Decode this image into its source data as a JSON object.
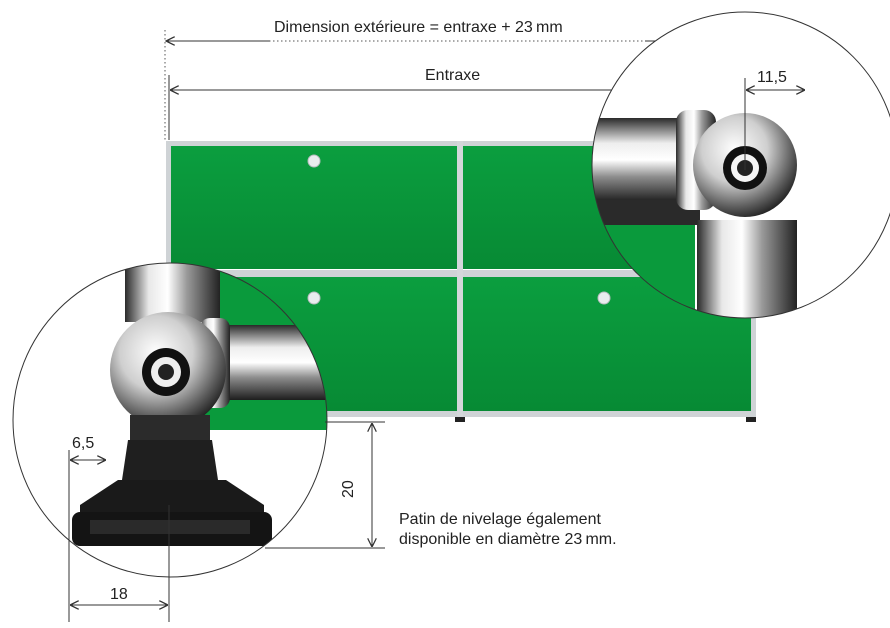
{
  "diagram": {
    "overall_dimension_label": "Dimension extérieure = entraxe + 23 mm",
    "center_distance_label": "Entraxe",
    "ball_offset_label": "11,5",
    "foot_height_label": "20",
    "foot_offset_label": "6,5",
    "foot_width_label": "18",
    "leveling_note_line1": "Patin de nivelage également",
    "leveling_note_line2": "disponible en diamètre 23 mm."
  },
  "colors": {
    "panel_green": "#0a9a3c",
    "frame_chrome": "#c9ced2",
    "dimension_line": "#333333",
    "foot_black": "#1a1a1a"
  }
}
